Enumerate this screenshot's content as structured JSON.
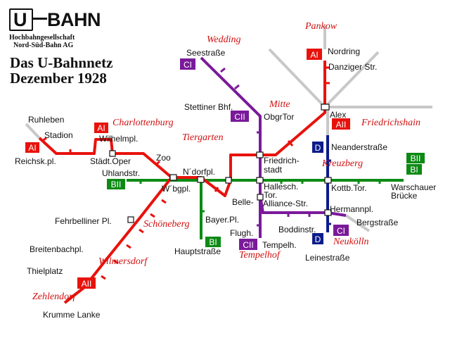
{
  "logo": {
    "letter": "U",
    "word": "BAHN"
  },
  "company": [
    "Hochbahngesellschaft",
    "Nord-Süd-Bahn AG"
  ],
  "headline": [
    "Das U-Bahnnetz",
    "Dezember 1928"
  ],
  "colors": {
    "A": "#e8120c",
    "B": "#0c8a14",
    "C": "#7a1a9a",
    "D": "#0c1c8a",
    "planned": "#c8c8c8",
    "district": "#d01010"
  },
  "stations": {
    "ruhleben": "Ruhleben",
    "stadion": "Stadion",
    "reichskpl": "Reichsk.pl.",
    "stadtoper": "Städt.Oper",
    "wilhelmpl": "Wilhelmpl.",
    "zoo": "Zoo",
    "uhlandstr": "Uhlandstr.",
    "wbgpl": "W´bgpl.",
    "ndorfpl": "N´dorfpl.",
    "fehrbelliner": "Fehrbelliner Pl.",
    "breitenbach": "Breitenbachpl.",
    "thielplatz": "Thielplatz",
    "krummelanke": "Krumme Lanke",
    "bayerpl": "Bayer.Pl.",
    "hauptstrasse": "Hauptstraße",
    "seestrasse": "Seestraße",
    "stettiner": "Stettiner Bhf.",
    "obgrtor": "ObgrTor",
    "friedrichstadt1": "Friedrich-",
    "friedrichstadt2": "stadt",
    "hallesch1": "Hallesch.",
    "hallesch2": "Tor.",
    "belle1": "Belle-",
    "belle2": "Alliance-Str.",
    "flugh": "Flugh.",
    "tempelh": "Tempelh.",
    "nordring": "Nordring",
    "danziger": "Danziger Str.",
    "alex": "Alex",
    "neander": "Neanderstraße",
    "kottb": "Kottb.Tor.",
    "warschauer1": "Warschauer",
    "warschauer2": "Brücke",
    "hermannpl": "Hermannpl.",
    "bergstrasse": "Bergstraße",
    "boddinstr": "Boddinstr.",
    "leinestrasse": "Leinestraße"
  },
  "districts": {
    "wedding": "Wedding",
    "pankow": "Pankow",
    "mitte": "Mitte",
    "friedrichshain": "Friedrichshain",
    "charlottenburg": "Charlottenburg",
    "tiergarten": "Tiergarten",
    "kreuzberg": "Kreuzberg",
    "schoeneberg": "Schöneberg",
    "wilmersdorf": "Wilmersdorf",
    "zehlendorf": "Zehlendorf",
    "tempelhof": "Tempelhof",
    "neukoelln": "Neukölln"
  },
  "badges": {
    "ai_pankow": "AI",
    "aii_alex": "AII",
    "ai_charlottenburg": "AI",
    "ai_ruhleben": "AI",
    "aii_zehlendorf": "AII",
    "ci_wedding": "CI",
    "cii_wedding": "CII",
    "cii_tempelhof": "CII",
    "ci_neukoelln": "CI",
    "d_north": "D",
    "d_south": "D",
    "bii_west": "BII",
    "bi_south": "BI",
    "bii_east": "BII",
    "bi_east": "BI"
  }
}
